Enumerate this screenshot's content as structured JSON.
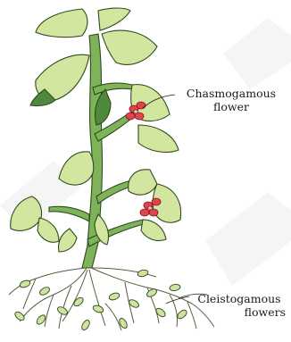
{
  "labels": {
    "chasmogamous": {
      "line1": "Chasmogamous",
      "line2": "flower"
    },
    "cleistogamous": {
      "line1": "Cleistogamous",
      "line2": "flowers"
    }
  },
  "colors": {
    "leaf": "#d3e6a0",
    "leaf_shade": "#4f8a3c",
    "stem": "#7fb35a",
    "outline": "#2e4a1e",
    "flower": "#e0454d",
    "root": "#5b5b3c",
    "bud": "#cfe3a0",
    "watermark": "#ececec"
  }
}
